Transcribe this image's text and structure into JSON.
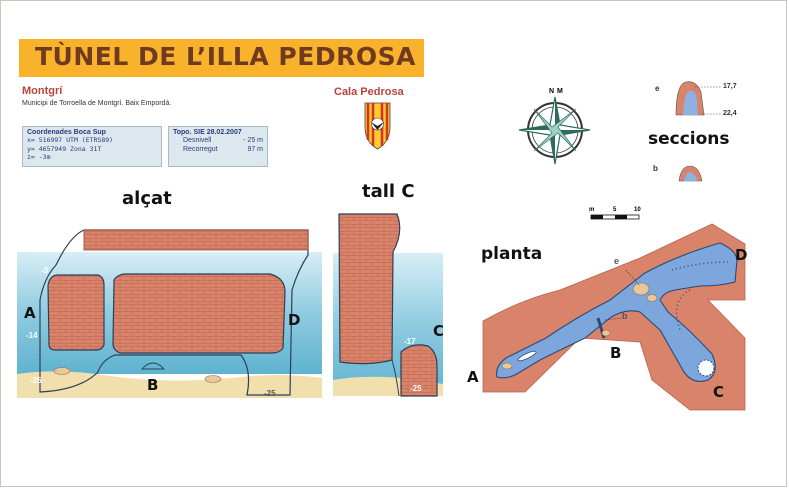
{
  "header": {
    "title": "TÙNEL DE L’ILLA PEDROSA",
    "region": "Montgrí",
    "municipality": "Municipi de Torroella de Montgrí.   Baix Empordà.",
    "place": "Cala Pedrosa"
  },
  "coordinates": {
    "heading": "Coordenades Boca Sup",
    "x": "x= 516997  UTM (ETRS89)",
    "y": "y= 4657949  Zona 31T",
    "z": "z= -3m"
  },
  "topography": {
    "heading": "Topo. SIE  28.02.2007",
    "desnivell_label": "Desnivell",
    "desnivell_value": "- 25 m",
    "recorregut_label": "Recorregut",
    "recorregut_value": "97 m"
  },
  "compass": {
    "north_label": "N",
    "magnetic_label": "M"
  },
  "sections": {
    "title": "seccions",
    "e_label": "e",
    "e_top_depth": "17,7",
    "e_bottom_depth": "22,4",
    "b_label": "b"
  },
  "scale": {
    "labels": [
      "m",
      "5",
      "10"
    ]
  },
  "alcat": {
    "title": "alçat",
    "label_a": "A",
    "label_b": "B",
    "label_d": "D",
    "depth_top": "-3",
    "depth_mid": "-14",
    "depth_bottom_left": "-25",
    "depth_bottom_right": "-25"
  },
  "tall_c": {
    "title": "tall C",
    "label_c": "C",
    "depth_top": "-17",
    "depth_bottom": "-25"
  },
  "planta": {
    "title": "planta",
    "label_a": "A",
    "label_b": "B",
    "label_c": "C",
    "label_d": "D",
    "label_e": "e",
    "label_b_small": "b"
  },
  "colors": {
    "rock": "#d9836a",
    "water": "#7fc6dc",
    "tunnel": "#7da6dd",
    "sand": "#f2dfae",
    "banner": "#f8b22c",
    "title_text": "#6f3a1f",
    "accent_red": "#b8433a"
  }
}
